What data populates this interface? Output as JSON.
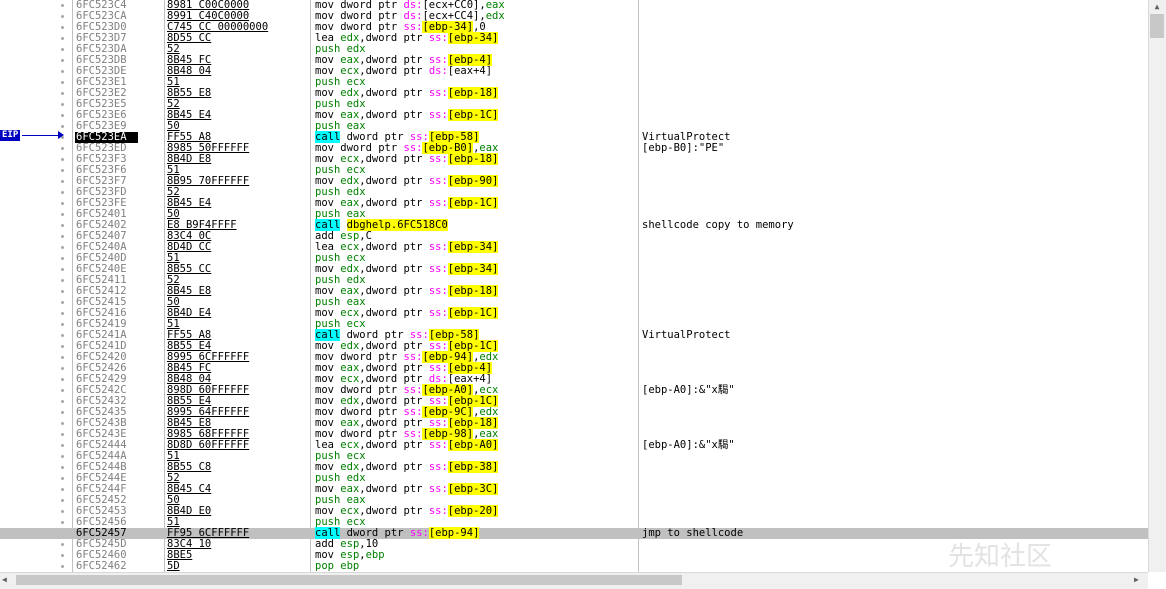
{
  "eip_label": "EIP",
  "watermark": "先知社区",
  "rows": [
    {
      "addr": "6FC523C4",
      "bytes": "8981 C00C0000",
      "asm": [
        [
          "mov dword ptr ",
          ""
        ],
        [
          "ds:",
          "seg"
        ],
        [
          "[ecx+CC0]",
          ""
        ],
        [
          ",",
          ""
        ],
        [
          "eax",
          "reg"
        ]
      ],
      "cmt": ""
    },
    {
      "addr": "6FC523CA",
      "bytes": "8991 C40C0000",
      "asm": [
        [
          "mov dword ptr ",
          ""
        ],
        [
          "ds:",
          "seg"
        ],
        [
          "[ecx+CC4]",
          ""
        ],
        [
          ",",
          ""
        ],
        [
          "edx",
          "reg"
        ]
      ],
      "cmt": ""
    },
    {
      "addr": "6FC523D0",
      "bytes": "C745 CC 00000000",
      "asm": [
        [
          "mov dword ptr ",
          ""
        ],
        [
          "ss:",
          "seg"
        ],
        [
          "[ebp-34]",
          "bracket"
        ],
        [
          ",0",
          ""
        ]
      ],
      "cmt": ""
    },
    {
      "addr": "6FC523D7",
      "bytes": "8D55 CC",
      "asm": [
        [
          "lea ",
          ""
        ],
        [
          "edx",
          "reg"
        ],
        [
          ",dword ptr ",
          ""
        ],
        [
          "ss:",
          "seg"
        ],
        [
          "[ebp-34]",
          "bracket"
        ]
      ],
      "cmt": ""
    },
    {
      "addr": "6FC523DA",
      "bytes": "52",
      "asm": [
        [
          "push edx",
          "kw-push"
        ]
      ],
      "cmt": ""
    },
    {
      "addr": "6FC523DB",
      "bytes": "8B45 FC",
      "asm": [
        [
          "mov ",
          ""
        ],
        [
          "eax",
          "reg"
        ],
        [
          ",dword ptr ",
          ""
        ],
        [
          "ss:",
          "seg"
        ],
        [
          "[ebp-4]",
          "bracket"
        ]
      ],
      "cmt": ""
    },
    {
      "addr": "6FC523DE",
      "bytes": "8B48 04",
      "asm": [
        [
          "mov ",
          ""
        ],
        [
          "ecx",
          "reg"
        ],
        [
          ",dword ptr ",
          ""
        ],
        [
          "ds:",
          "seg"
        ],
        [
          "[eax+4]",
          ""
        ]
      ],
      "cmt": ""
    },
    {
      "addr": "6FC523E1",
      "bytes": "51",
      "asm": [
        [
          "push ecx",
          "kw-push"
        ]
      ],
      "cmt": ""
    },
    {
      "addr": "6FC523E2",
      "bytes": "8B55 E8",
      "asm": [
        [
          "mov ",
          ""
        ],
        [
          "edx",
          "reg"
        ],
        [
          ",dword ptr ",
          ""
        ],
        [
          "ss:",
          "seg"
        ],
        [
          "[ebp-18]",
          "bracket"
        ]
      ],
      "cmt": ""
    },
    {
      "addr": "6FC523E5",
      "bytes": "52",
      "asm": [
        [
          "push edx",
          "kw-push"
        ]
      ],
      "cmt": ""
    },
    {
      "addr": "6FC523E6",
      "bytes": "8B45 E4",
      "asm": [
        [
          "mov ",
          ""
        ],
        [
          "eax",
          "reg"
        ],
        [
          ",dword ptr ",
          ""
        ],
        [
          "ss:",
          "seg"
        ],
        [
          "[ebp-1C]",
          "bracket"
        ]
      ],
      "cmt": ""
    },
    {
      "addr": "6FC523E9",
      "bytes": "50",
      "asm": [
        [
          "push eax",
          "kw-push"
        ]
      ],
      "cmt": ""
    },
    {
      "addr": "6FC523EA",
      "bytes": "FF55 A8",
      "asm": [
        [
          "call",
          "kw-call"
        ],
        [
          " dword ptr ",
          ""
        ],
        [
          "ss:",
          "seg"
        ],
        [
          "[ebp-58]",
          "bracket"
        ]
      ],
      "cmt": "VirtualProtect",
      "eip": true
    },
    {
      "addr": "6FC523ED",
      "bytes": "8985 50FFFFFF",
      "asm": [
        [
          "mov dword ptr ",
          ""
        ],
        [
          "ss:",
          "seg"
        ],
        [
          "[ebp-B0]",
          "bracket"
        ],
        [
          ",",
          ""
        ],
        [
          "eax",
          "reg"
        ]
      ],
      "cmt": "[ebp-B0]:\"PE\""
    },
    {
      "addr": "6FC523F3",
      "bytes": "8B4D E8",
      "asm": [
        [
          "mov ",
          ""
        ],
        [
          "ecx",
          "reg"
        ],
        [
          ",dword ptr ",
          ""
        ],
        [
          "ss:",
          "seg"
        ],
        [
          "[ebp-18]",
          "bracket"
        ]
      ],
      "cmt": ""
    },
    {
      "addr": "6FC523F6",
      "bytes": "51",
      "asm": [
        [
          "push ecx",
          "kw-push"
        ]
      ],
      "cmt": ""
    },
    {
      "addr": "6FC523F7",
      "bytes": "8B95 70FFFFFF",
      "asm": [
        [
          "mov ",
          ""
        ],
        [
          "edx",
          "reg"
        ],
        [
          ",dword ptr ",
          ""
        ],
        [
          "ss:",
          "seg"
        ],
        [
          "[ebp-90]",
          "bracket"
        ]
      ],
      "cmt": ""
    },
    {
      "addr": "6FC523FD",
      "bytes": "52",
      "asm": [
        [
          "push edx",
          "kw-push"
        ]
      ],
      "cmt": ""
    },
    {
      "addr": "6FC523FE",
      "bytes": "8B45 E4",
      "asm": [
        [
          "mov ",
          ""
        ],
        [
          "eax",
          "reg"
        ],
        [
          ",dword ptr ",
          ""
        ],
        [
          "ss:",
          "seg"
        ],
        [
          "[ebp-1C]",
          "bracket"
        ]
      ],
      "cmt": ""
    },
    {
      "addr": "6FC52401",
      "bytes": "50",
      "asm": [
        [
          "push eax",
          "kw-push"
        ]
      ],
      "cmt": ""
    },
    {
      "addr": "6FC52402",
      "bytes": "E8 B9F4FFFF",
      "asm": [
        [
          "call",
          "kw-call"
        ],
        [
          " ",
          ""
        ],
        [
          "dbghelp.6FC518C0",
          "tgt"
        ]
      ],
      "cmt": "shellcode copy to memory"
    },
    {
      "addr": "6FC52407",
      "bytes": "83C4 0C",
      "asm": [
        [
          "add ",
          ""
        ],
        [
          "esp",
          "reg"
        ],
        [
          ",C",
          ""
        ]
      ],
      "cmt": ""
    },
    {
      "addr": "6FC5240A",
      "bytes": "8D4D CC",
      "asm": [
        [
          "lea ",
          ""
        ],
        [
          "ecx",
          "reg"
        ],
        [
          ",dword ptr ",
          ""
        ],
        [
          "ss:",
          "seg"
        ],
        [
          "[ebp-34]",
          "bracket"
        ]
      ],
      "cmt": ""
    },
    {
      "addr": "6FC5240D",
      "bytes": "51",
      "asm": [
        [
          "push ecx",
          "kw-push"
        ]
      ],
      "cmt": ""
    },
    {
      "addr": "6FC5240E",
      "bytes": "8B55 CC",
      "asm": [
        [
          "mov ",
          ""
        ],
        [
          "edx",
          "reg"
        ],
        [
          ",dword ptr ",
          ""
        ],
        [
          "ss:",
          "seg"
        ],
        [
          "[ebp-34]",
          "bracket"
        ]
      ],
      "cmt": ""
    },
    {
      "addr": "6FC52411",
      "bytes": "52",
      "asm": [
        [
          "push edx",
          "kw-push"
        ]
      ],
      "cmt": ""
    },
    {
      "addr": "6FC52412",
      "bytes": "8B45 E8",
      "asm": [
        [
          "mov ",
          ""
        ],
        [
          "eax",
          "reg"
        ],
        [
          ",dword ptr ",
          ""
        ],
        [
          "ss:",
          "seg"
        ],
        [
          "[ebp-18]",
          "bracket"
        ]
      ],
      "cmt": ""
    },
    {
      "addr": "6FC52415",
      "bytes": "50",
      "asm": [
        [
          "push eax",
          "kw-push"
        ]
      ],
      "cmt": ""
    },
    {
      "addr": "6FC52416",
      "bytes": "8B4D E4",
      "asm": [
        [
          "mov ",
          ""
        ],
        [
          "ecx",
          "reg"
        ],
        [
          ",dword ptr ",
          ""
        ],
        [
          "ss:",
          "seg"
        ],
        [
          "[ebp-1C]",
          "bracket"
        ]
      ],
      "cmt": ""
    },
    {
      "addr": "6FC52419",
      "bytes": "51",
      "asm": [
        [
          "push ecx",
          "kw-push"
        ]
      ],
      "cmt": ""
    },
    {
      "addr": "6FC5241A",
      "bytes": "FF55 A8",
      "asm": [
        [
          "call",
          "kw-call"
        ],
        [
          " dword ptr ",
          ""
        ],
        [
          "ss:",
          "seg"
        ],
        [
          "[ebp-58]",
          "bracket"
        ]
      ],
      "cmt": "VirtualProtect"
    },
    {
      "addr": "6FC5241D",
      "bytes": "8B55 E4",
      "asm": [
        [
          "mov ",
          ""
        ],
        [
          "edx",
          "reg"
        ],
        [
          ",dword ptr ",
          ""
        ],
        [
          "ss:",
          "seg"
        ],
        [
          "[ebp-1C]",
          "bracket"
        ]
      ],
      "cmt": ""
    },
    {
      "addr": "6FC52420",
      "bytes": "8995 6CFFFFFF",
      "asm": [
        [
          "mov dword ptr ",
          ""
        ],
        [
          "ss:",
          "seg"
        ],
        [
          "[ebp-94]",
          "bracket"
        ],
        [
          ",",
          ""
        ],
        [
          "edx",
          "reg"
        ]
      ],
      "cmt": ""
    },
    {
      "addr": "6FC52426",
      "bytes": "8B45 FC",
      "asm": [
        [
          "mov ",
          ""
        ],
        [
          "eax",
          "reg"
        ],
        [
          ",dword ptr ",
          ""
        ],
        [
          "ss:",
          "seg"
        ],
        [
          "[ebp-4]",
          "bracket"
        ]
      ],
      "cmt": ""
    },
    {
      "addr": "6FC52429",
      "bytes": "8B48 04",
      "asm": [
        [
          "mov ",
          ""
        ],
        [
          "ecx",
          "reg"
        ],
        [
          ",dword ptr ",
          ""
        ],
        [
          "ds:",
          "seg"
        ],
        [
          "[eax+4]",
          ""
        ]
      ],
      "cmt": ""
    },
    {
      "addr": "6FC5242C",
      "bytes": "898D 60FFFFFF",
      "asm": [
        [
          "mov dword ptr ",
          ""
        ],
        [
          "ss:",
          "seg"
        ],
        [
          "[ebp-A0]",
          "bracket"
        ],
        [
          ",",
          ""
        ],
        [
          "ecx",
          "reg"
        ]
      ],
      "cmt": "[ebp-A0]:&\"x騔\""
    },
    {
      "addr": "6FC52432",
      "bytes": "8B55 E4",
      "asm": [
        [
          "mov ",
          ""
        ],
        [
          "edx",
          "reg"
        ],
        [
          ",dword ptr ",
          ""
        ],
        [
          "ss:",
          "seg"
        ],
        [
          "[ebp-1C]",
          "bracket"
        ]
      ],
      "cmt": ""
    },
    {
      "addr": "6FC52435",
      "bytes": "8995 64FFFFFF",
      "asm": [
        [
          "mov dword ptr ",
          ""
        ],
        [
          "ss:",
          "seg"
        ],
        [
          "[ebp-9C]",
          "bracket"
        ],
        [
          ",",
          ""
        ],
        [
          "edx",
          "reg"
        ]
      ],
      "cmt": ""
    },
    {
      "addr": "6FC5243B",
      "bytes": "8B45 E8",
      "asm": [
        [
          "mov ",
          ""
        ],
        [
          "eax",
          "reg"
        ],
        [
          ",dword ptr ",
          ""
        ],
        [
          "ss:",
          "seg"
        ],
        [
          "[ebp-18]",
          "bracket"
        ]
      ],
      "cmt": ""
    },
    {
      "addr": "6FC5243E",
      "bytes": "8985 68FFFFFF",
      "asm": [
        [
          "mov dword ptr ",
          ""
        ],
        [
          "ss:",
          "seg"
        ],
        [
          "[ebp-98]",
          "bracket"
        ],
        [
          ",",
          ""
        ],
        [
          "eax",
          "reg"
        ]
      ],
      "cmt": ""
    },
    {
      "addr": "6FC52444",
      "bytes": "8D8D 60FFFFFF",
      "asm": [
        [
          "lea ",
          ""
        ],
        [
          "ecx",
          "reg"
        ],
        [
          ",dword ptr ",
          ""
        ],
        [
          "ss:",
          "seg"
        ],
        [
          "[ebp-A0]",
          "bracket"
        ]
      ],
      "cmt": "[ebp-A0]:&\"x騔\""
    },
    {
      "addr": "6FC5244A",
      "bytes": "51",
      "asm": [
        [
          "push ecx",
          "kw-push"
        ]
      ],
      "cmt": ""
    },
    {
      "addr": "6FC5244B",
      "bytes": "8B55 C8",
      "asm": [
        [
          "mov ",
          ""
        ],
        [
          "edx",
          "reg"
        ],
        [
          ",dword ptr ",
          ""
        ],
        [
          "ss:",
          "seg"
        ],
        [
          "[ebp-38]",
          "bracket"
        ]
      ],
      "cmt": ""
    },
    {
      "addr": "6FC5244E",
      "bytes": "52",
      "asm": [
        [
          "push edx",
          "kw-push"
        ]
      ],
      "cmt": ""
    },
    {
      "addr": "6FC5244F",
      "bytes": "8B45 C4",
      "asm": [
        [
          "mov ",
          ""
        ],
        [
          "eax",
          "reg"
        ],
        [
          ",dword ptr ",
          ""
        ],
        [
          "ss:",
          "seg"
        ],
        [
          "[ebp-3C]",
          "bracket"
        ]
      ],
      "cmt": ""
    },
    {
      "addr": "6FC52452",
      "bytes": "50",
      "asm": [
        [
          "push eax",
          "kw-push"
        ]
      ],
      "cmt": ""
    },
    {
      "addr": "6FC52453",
      "bytes": "8B4D E0",
      "asm": [
        [
          "mov ",
          ""
        ],
        [
          "ecx",
          "reg"
        ],
        [
          ",dword ptr ",
          ""
        ],
        [
          "ss:",
          "seg"
        ],
        [
          "[ebp-20]",
          "bracket"
        ]
      ],
      "cmt": ""
    },
    {
      "addr": "6FC52456",
      "bytes": "51",
      "asm": [
        [
          "push ecx",
          "kw-push"
        ]
      ],
      "cmt": ""
    },
    {
      "addr": "6FC52457",
      "bytes": "FF95 6CFFFFFF",
      "asm": [
        [
          "call",
          "kw-call"
        ],
        [
          " dword ptr ",
          ""
        ],
        [
          "ss:",
          "seg"
        ],
        [
          "[ebp-94]",
          "bracket"
        ]
      ],
      "cmt": "jmp to shellcode",
      "sel": true
    },
    {
      "addr": "6FC5245D",
      "bytes": "83C4 10",
      "asm": [
        [
          "add ",
          ""
        ],
        [
          "esp",
          "reg"
        ],
        [
          ",10",
          ""
        ]
      ],
      "cmt": ""
    },
    {
      "addr": "6FC52460",
      "bytes": "8BE5",
      "asm": [
        [
          "mov ",
          ""
        ],
        [
          "esp",
          "reg"
        ],
        [
          ",",
          ""
        ],
        [
          "ebp",
          "reg"
        ]
      ],
      "cmt": ""
    },
    {
      "addr": "6FC52462",
      "bytes": "5D",
      "asm": [
        [
          "pop ebp",
          "kw-push"
        ]
      ],
      "cmt": ""
    }
  ]
}
